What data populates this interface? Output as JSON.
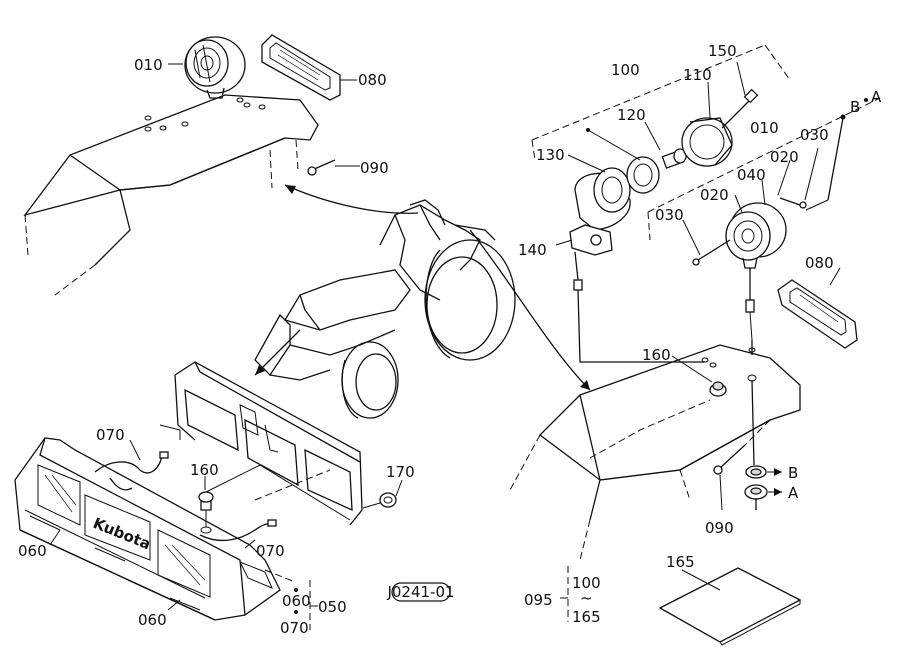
{
  "diagram_code": "J0241-01",
  "callouts": {
    "c010_left": "010",
    "c080_left": "080",
    "c090_left": "090",
    "c100": "100",
    "c150": "150",
    "c110": "110",
    "c120": "120",
    "c130": "130",
    "c140": "140",
    "c010_right": "010",
    "c030_top": "030",
    "c020_top": "020",
    "c040": "040",
    "c020_mid": "020",
    "c030_mid": "030",
    "c080_right": "080",
    "c160_right": "160",
    "c090_right": "090",
    "c070_top": "070",
    "c160_left": "160",
    "c170": "170",
    "c060_top": "060",
    "c060_bottom": "060",
    "c070_bottom": "070",
    "c060_group": "060",
    "c070_group": "070",
    "c050": "050",
    "c095": "095",
    "c100_group": "100",
    "c165_group": "165",
    "c165": "165"
  },
  "markers": {
    "ref_b_top": "B",
    "ref_a_top": "A",
    "ref_b_bottom": "B",
    "ref_a_bottom": "A",
    "range_tilde": "~"
  },
  "logo_text": "Kubota"
}
